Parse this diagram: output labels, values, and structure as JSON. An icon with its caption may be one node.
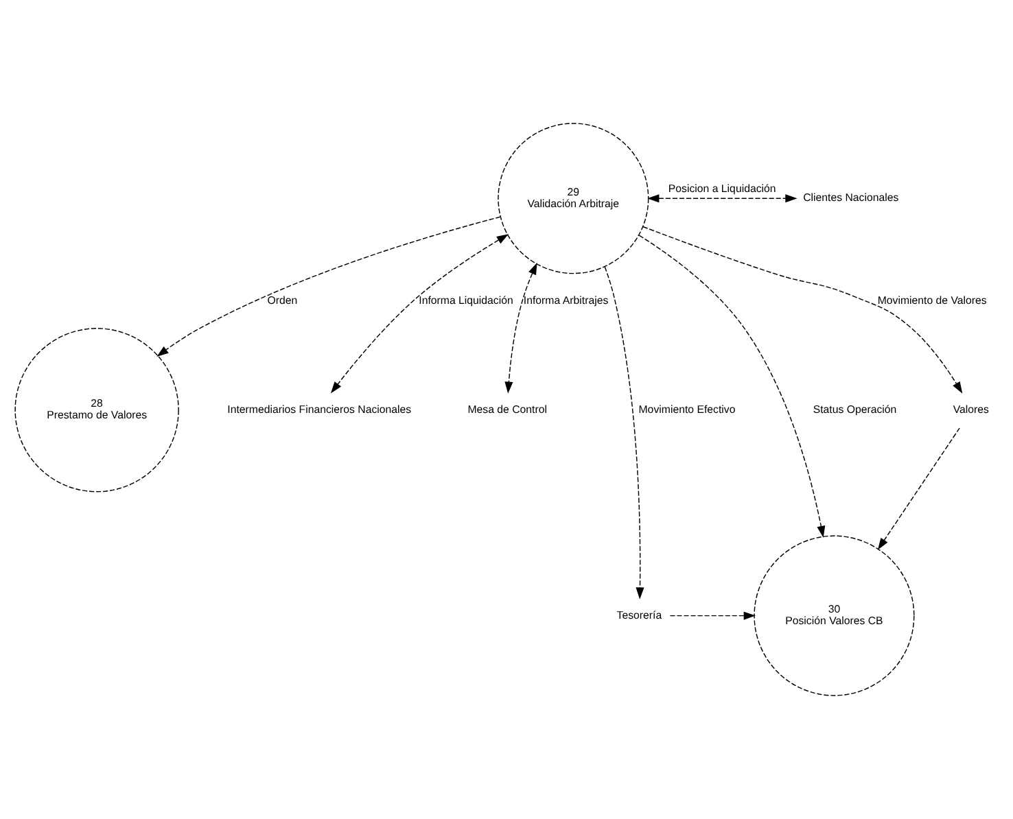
{
  "diagram": {
    "nodes": [
      {
        "text": [
          "28",
          "Prestamo de Valores"
        ]
      },
      {
        "text": [
          "Intermediarios Financieros Nacionales"
        ]
      },
      {
        "text": [
          "Mesa de Control"
        ]
      },
      {
        "text": [
          "29",
          "Validación Arbitraje"
        ]
      },
      {
        "text": [
          "Clientes Nacionales"
        ]
      },
      {
        "text": [
          "Valores"
        ]
      },
      {
        "text": [
          "30",
          "Posición Valores CB"
        ]
      },
      {
        "text": [
          "Tesorería"
        ]
      }
    ],
    "edges": [
      {
        "from": 3,
        "to": 0,
        "label": "Orden",
        "arrow": "to"
      },
      {
        "from": 3,
        "to": 1,
        "label": "Informa Liquidación",
        "arrow": "both"
      },
      {
        "from": 3,
        "to": 2,
        "label": "Informa Arbitrajes",
        "arrow": "both"
      },
      {
        "from": 3,
        "to": 4,
        "label": "Posicion a Liquidación",
        "arrow": "both"
      },
      {
        "from": 3,
        "to": 5,
        "label": "Movimiento de Valores",
        "arrow": "to"
      },
      {
        "from": 3,
        "to": 6,
        "label": "Status Operación",
        "arrow": "to"
      },
      {
        "from": 3,
        "to": 7,
        "label": "Movimiento Efectivo",
        "arrow": "to"
      },
      {
        "from": 5,
        "to": 6,
        "arrow": "to"
      },
      {
        "from": 7,
        "to": 6,
        "arrow": "to"
      }
    ]
  }
}
